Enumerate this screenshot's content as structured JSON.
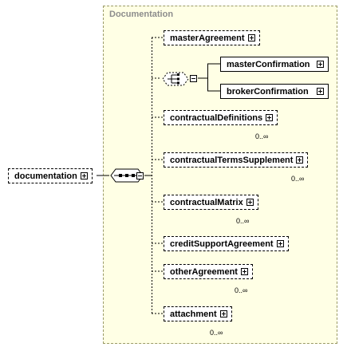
{
  "root": {
    "label": "documentation"
  },
  "group": {
    "title": "Documentation"
  },
  "choice": {
    "children": [
      {
        "label": "masterConfirmation"
      },
      {
        "label": "brokerConfirmation"
      }
    ]
  },
  "elements": [
    {
      "label": "masterAgreement",
      "cardinality": ""
    },
    {
      "label": "contractualDefinitions",
      "cardinality": "0..∞"
    },
    {
      "label": "contractualTermsSupplement",
      "cardinality": "0..∞"
    },
    {
      "label": "contractualMatrix",
      "cardinality": "0..∞"
    },
    {
      "label": "creditSupportAgreement",
      "cardinality": ""
    },
    {
      "label": "otherAgreement",
      "cardinality": "0..∞"
    },
    {
      "label": "attachment",
      "cardinality": "0..∞"
    }
  ]
}
